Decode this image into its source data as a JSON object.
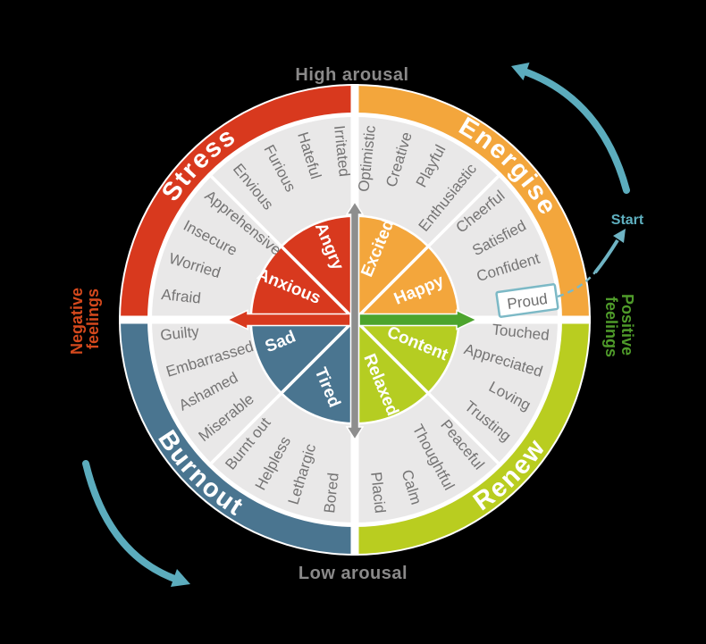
{
  "axis_labels": {
    "top": "High arousal",
    "bottom": "Low arousal",
    "left": [
      "Negative",
      "feelings"
    ],
    "right": [
      "Positive",
      "feelings"
    ]
  },
  "annotations": {
    "start": "Start"
  },
  "highlighted_word": "Proud",
  "quadrants": [
    {
      "label": "Stress",
      "color": "#D8391E",
      "inner": [
        "Angry",
        "Anxious"
      ],
      "words": [
        "Irritated",
        "Hateful",
        "Furious",
        "Envious",
        "Apprehensive",
        "Insecure",
        "Worried",
        "Afraid"
      ]
    },
    {
      "label": "Energise",
      "color": "#F3A63C",
      "inner": [
        "Excited",
        "Happy"
      ],
      "words": [
        "Optimistic",
        "Creative",
        "Playful",
        "Enthusiastic",
        "Cheerful",
        "Satisfied",
        "Confident",
        "Proud"
      ]
    },
    {
      "label": "Renew",
      "color": "#B9CD20",
      "inner": [
        "Content",
        "Relaxed"
      ],
      "words": [
        "Touched",
        "Appreciated",
        "Loving",
        "Trusting",
        "Peaceful",
        "Thoughtful",
        "Calm",
        "Placid"
      ]
    },
    {
      "label": "Burnout",
      "color": "#4A7590",
      "inner": [
        "Sad",
        "Tired"
      ],
      "words": [
        "Guilty",
        "Embarrassed",
        "Ashamed",
        "Miserable",
        "Burnt out",
        "Helpless",
        "Lethargic",
        "Bored"
      ]
    }
  ],
  "colors": {
    "stress": "#D8391E",
    "energise": "#F3A63C",
    "renew": "#B9CD20",
    "burnout": "#4A7590",
    "positive_axis_arrow": "#4CA42D",
    "negative_axis_arrow": "#D8391E",
    "arousal_axis_bar": "#8E8E8E",
    "flow_arrows": "#5CACBD",
    "ring_background": "#E9E8E8"
  }
}
